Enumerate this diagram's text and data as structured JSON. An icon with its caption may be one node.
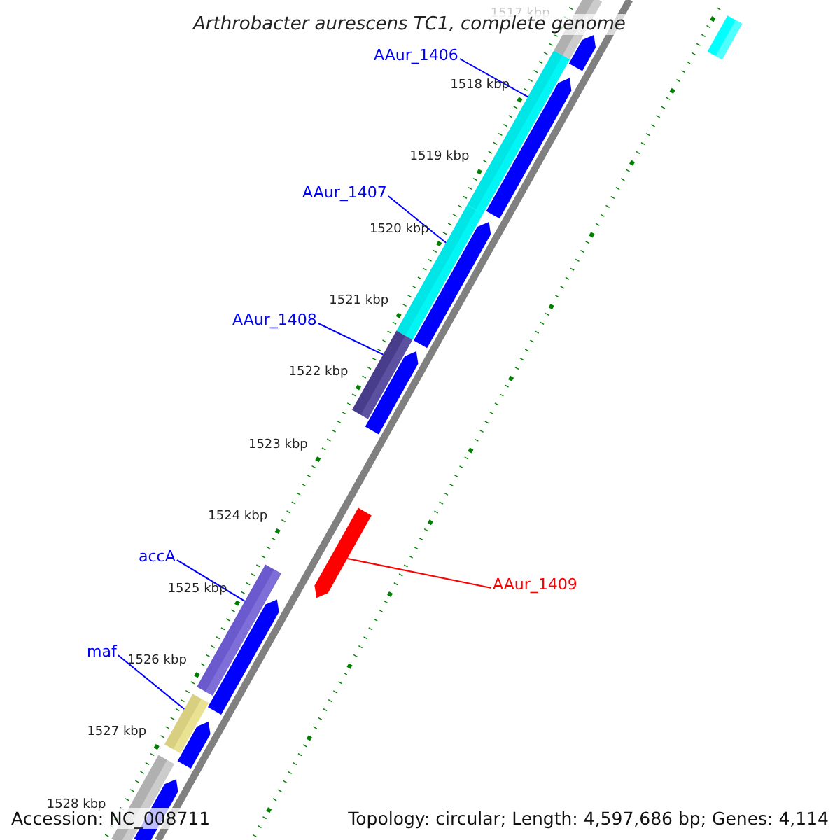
{
  "diagram": {
    "title": "Arthrobacter aurescens TC1, complete genome",
    "nodes": [
      {
        "text": [
          "AAur_1406"
        ]
      },
      {
        "text": [],
        "shape": "bar"
      },
      {
        "text": [
          "AAur_1407"
        ]
      },
      {
        "text": [],
        "shape": "bar"
      },
      {
        "text": [
          "AAur_1408"
        ]
      },
      {
        "text": [],
        "shape": "bar"
      },
      {
        "text": [
          "accA"
        ]
      },
      {
        "text": [],
        "shape": "bar"
      },
      {
        "text": [
          "maf"
        ]
      },
      {
        "text": [],
        "shape": "bar"
      },
      {
        "text": [
          "AAur_1409"
        ]
      },
      {
        "text": [],
        "shape": "bar"
      },
      {
        "text": [],
        "shape": "bar"
      },
      {
        "text": [],
        "shape": "bar"
      },
      {
        "text": [],
        "shape": "bar"
      },
      {
        "text": [],
        "shape": "bar"
      },
      {
        "text": [],
        "shape": "bar"
      },
      {
        "text": [],
        "shape": "bar"
      },
      {
        "text": [],
        "shape": "bar"
      },
      {
        "text": [],
        "shape": "bar"
      },
      {
        "text": [],
        "shape": "bar"
      },
      {
        "text": [],
        "shape": "bar"
      }
    ],
    "edges": [
      {
        "from": 0,
        "to": 1,
        "arrow": "none"
      },
      {
        "from": 2,
        "to": 3,
        "arrow": "none"
      },
      {
        "from": 4,
        "to": 5,
        "arrow": "none"
      },
      {
        "from": 6,
        "to": 7,
        "arrow": "none"
      },
      {
        "from": 8,
        "to": 9,
        "arrow": "none"
      },
      {
        "from": 10,
        "to": 11,
        "arrow": "none",
        "color": "#ff0000"
      }
    ],
    "labels": [
      "1517 kbp",
      "1518 kbp",
      "1519 kbp",
      "1520 kbp",
      "1521 kbp",
      "1522 kbp",
      "1523 kbp",
      "1524 kbp",
      "1525 kbp",
      "1526 kbp",
      "1527 kbp",
      "1528 kbp",
      "Accession: NC_008711",
      "Topology: circular; Length: 4,597,686 bp; Genes: 4,114"
    ]
  }
}
